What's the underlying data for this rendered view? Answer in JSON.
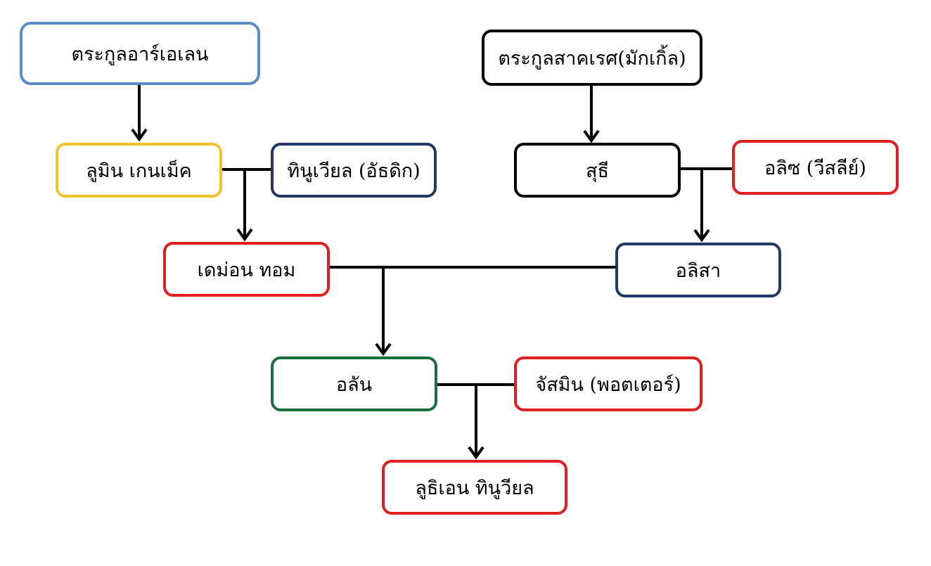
{
  "colors": {
    "blue_light": "#5b8dc6",
    "black": "#000000",
    "yellow": "#f2c12e",
    "navy": "#1f3864",
    "red": "#e01e1e",
    "green": "#1b6e3a"
  },
  "people": {
    "arlen_family": "ตระกูลอาร์เอเลน",
    "sackaret_family": "ตระกูลสาคเรศ(มักเกิ้ล)",
    "lumin": "ลูมิน  เกนเม็ค",
    "tinuviel_ad": "ทินูเวียล (อัธดิก)",
    "suthi": "สุธี",
    "alice_weasley": "อลิซ (วีสลีย์)",
    "damon": "เดม่อน  ทอม",
    "alisa": "อลิสา",
    "alan": "อลัน",
    "jasmin": "จัสมิน (พอตเตอร์)",
    "luthien": "ลูธิเอน ทินูวียล"
  }
}
